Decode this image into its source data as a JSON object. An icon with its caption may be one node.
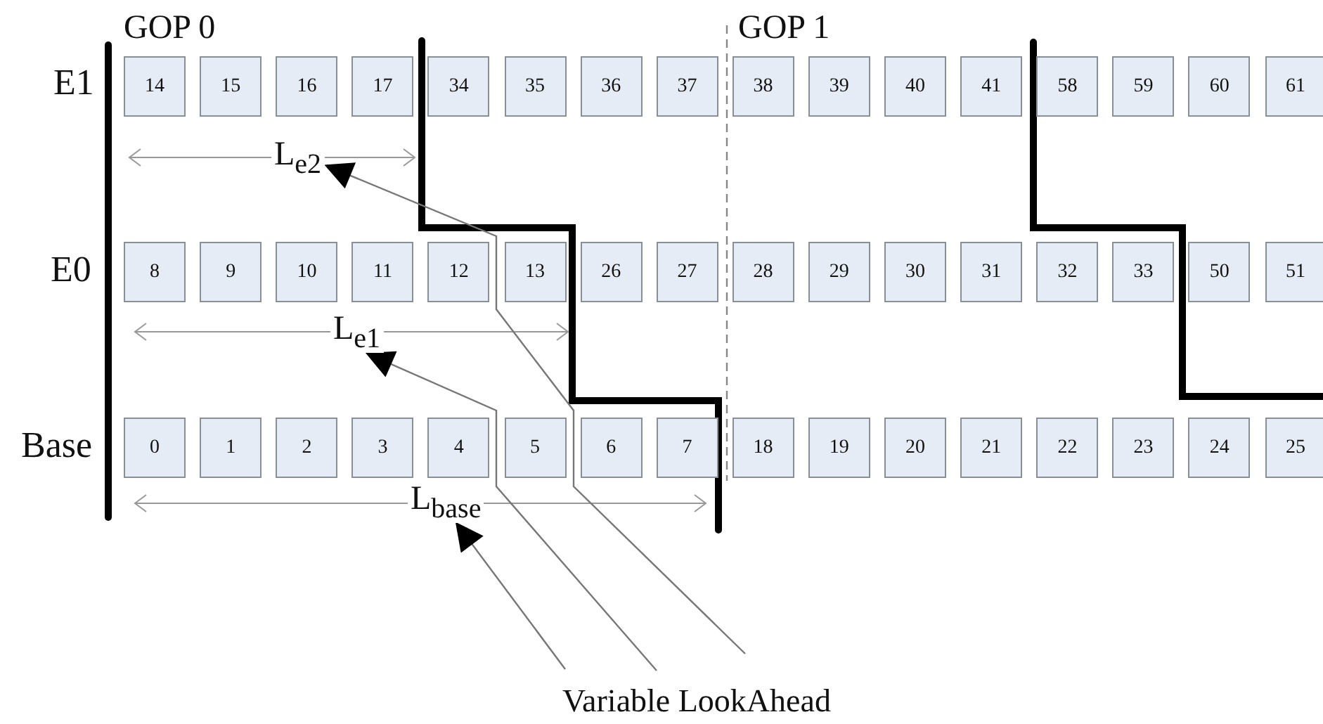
{
  "diagram": {
    "nodes": [
      {
        "text": [
          "14"
        ]
      },
      {
        "text": [
          "15"
        ]
      },
      {
        "text": [
          "16"
        ]
      },
      {
        "text": [
          "17"
        ]
      },
      {
        "text": [
          "34"
        ]
      },
      {
        "text": [
          "35"
        ]
      },
      {
        "text": [
          "36"
        ]
      },
      {
        "text": [
          "37"
        ]
      },
      {
        "text": [
          "38"
        ]
      },
      {
        "text": [
          "39"
        ]
      },
      {
        "text": [
          "40"
        ]
      },
      {
        "text": [
          "41"
        ]
      },
      {
        "text": [
          "58"
        ]
      },
      {
        "text": [
          "59"
        ]
      },
      {
        "text": [
          "60"
        ]
      },
      {
        "text": [
          "61"
        ]
      },
      {
        "text": [
          "8"
        ]
      },
      {
        "text": [
          "9"
        ]
      },
      {
        "text": [
          "10"
        ]
      },
      {
        "text": [
          "11"
        ]
      },
      {
        "text": [
          "12"
        ]
      },
      {
        "text": [
          "13"
        ]
      },
      {
        "text": [
          "26"
        ]
      },
      {
        "text": [
          "27"
        ]
      },
      {
        "text": [
          "28"
        ]
      },
      {
        "text": [
          "29"
        ]
      },
      {
        "text": [
          "30"
        ]
      },
      {
        "text": [
          "31"
        ]
      },
      {
        "text": [
          "32"
        ]
      },
      {
        "text": [
          "33"
        ]
      },
      {
        "text": [
          "50"
        ]
      },
      {
        "text": [
          "51"
        ]
      },
      {
        "text": [
          "0"
        ]
      },
      {
        "text": [
          "1"
        ]
      },
      {
        "text": [
          "2"
        ]
      },
      {
        "text": [
          "3"
        ]
      },
      {
        "text": [
          "4"
        ]
      },
      {
        "text": [
          "5"
        ]
      },
      {
        "text": [
          "6"
        ]
      },
      {
        "text": [
          "7"
        ]
      },
      {
        "text": [
          "18"
        ]
      },
      {
        "text": [
          "19"
        ]
      },
      {
        "text": [
          "20"
        ]
      },
      {
        "text": [
          "21"
        ]
      },
      {
        "text": [
          "22"
        ]
      },
      {
        "text": [
          "23"
        ]
      },
      {
        "text": [
          "24"
        ]
      },
      {
        "text": [
          "25"
        ]
      },
      {
        "text": [
          "L$_{e2}$"
        ]
      },
      {
        "text": [
          "L$_{e1}$"
        ]
      },
      {
        "text": [
          "L$_{base}$"
        ]
      },
      {
        "text": [
          "Variable LookAhead"
        ]
      }
    ],
    "edges": [
      {
        "from": 51,
        "to": 50,
        "arrow": "to"
      },
      {
        "from": 51,
        "to": 49,
        "arrow": "to"
      },
      {
        "from": 51,
        "to": 48,
        "arrow": "to"
      }
    ],
    "labels": [
      "GOP 0",
      "GOP 1",
      "E1",
      "E0",
      "Base"
    ]
  }
}
